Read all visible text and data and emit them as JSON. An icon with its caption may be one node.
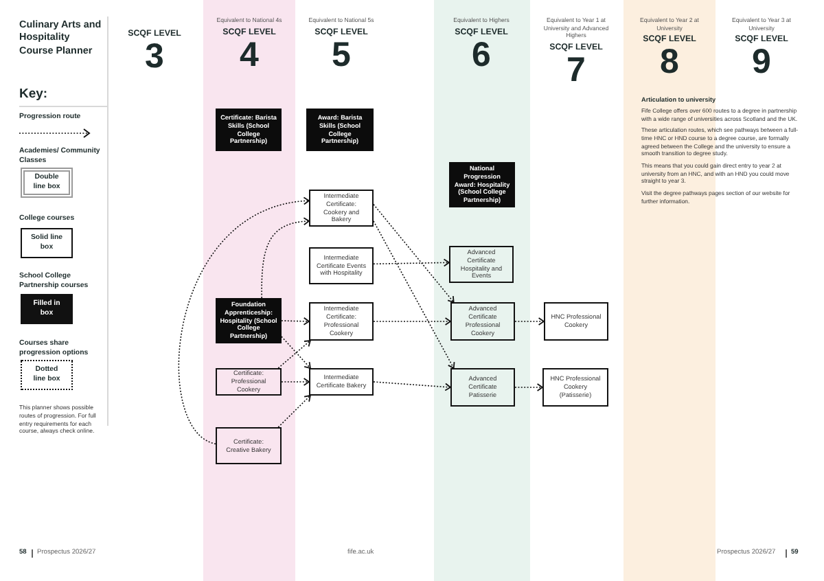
{
  "diagram": {
    "title": "Culinary Arts and Hospitality Course Planner",
    "nodes": [
      {
        "text": [
          "Certificate: Barista Skills (School College Partnership)"
        ]
      },
      {
        "text": [
          "Award: Barista Skills (School College Partnership)"
        ]
      },
      {
        "text": [
          "National Progression Award: Hospitality (School College Partnership)"
        ]
      },
      {
        "text": [
          "Intermediate Certificate: Cookery and Bakery"
        ]
      },
      {
        "text": [
          "Intermediate Certificate Events with Hospitality"
        ]
      },
      {
        "text": [
          "Advanced Certificate Hospitality and Events"
        ]
      },
      {
        "text": [
          "Foundation Apprenticeship: Hospitality (School College Partnership)"
        ]
      },
      {
        "text": [
          "Intermediate Certificate: Professional Cookery"
        ]
      },
      {
        "text": [
          "Advanced Certificate Professional Cookery"
        ]
      },
      {
        "text": [
          "HNC Professional Cookery"
        ]
      },
      {
        "text": [
          "Certificate: Professional Cookery"
        ]
      },
      {
        "text": [
          "Intermediate Certificate Bakery"
        ]
      },
      {
        "text": [
          "Advanced Certificate Patisserie"
        ]
      },
      {
        "text": [
          "HNC Professional Cookery (Patisserie)"
        ]
      },
      {
        "text": [
          "Certificate: Creative Bakery"
        ]
      }
    ],
    "edges": [
      {
        "from": 6,
        "to": 3,
        "arrow": "to"
      },
      {
        "from": 14,
        "to": 3,
        "arrow": "to"
      },
      {
        "from": 3,
        "to": 8,
        "arrow": "to"
      },
      {
        "from": 3,
        "to": 12,
        "arrow": "to"
      },
      {
        "from": 4,
        "to": 5,
        "arrow": "to"
      },
      {
        "from": 6,
        "to": 7,
        "arrow": "to"
      },
      {
        "from": 6,
        "to": 11,
        "arrow": "to"
      },
      {
        "from": 10,
        "to": 7,
        "arrow": "to"
      },
      {
        "from": 10,
        "to": 11,
        "arrow": "to"
      },
      {
        "from": 14,
        "to": 11,
        "arrow": "to"
      },
      {
        "from": 7,
        "to": 8,
        "arrow": "to"
      },
      {
        "from": 11,
        "to": 12,
        "arrow": "to"
      },
      {
        "from": 8,
        "to": 9,
        "arrow": "to"
      },
      {
        "from": 12,
        "to": 13,
        "arrow": "to"
      }
    ],
    "labels": [
      "Key:",
      "Double line box",
      "Solid line box",
      "Filled in box",
      "Dotted line box",
      "This planner shows possible routes of progression. For full entry requirements for each course, always check online.",
      "SCQF LEVEL",
      "3",
      "Equivalent to National 4s",
      "SCQF LEVEL",
      "4",
      "Equivalent to National 5s",
      "SCQF LEVEL",
      "5",
      "Equivalent to Highers",
      "SCQF LEVEL",
      "6",
      "Equivalent to Year 1 at University and Advanced Highers",
      "SCQF LEVEL",
      "7",
      "Equivalent to Year 2 at University",
      "SCQF LEVEL",
      "8",
      "Equivalent to Year 3 at University",
      "SCQF LEVEL",
      "9",
      "Articulation to university",
      "Fife College offers over 600 routes to a degree in partnership with a wide range of universities across Scotland and the UK.",
      "These articulation routes, which see pathways between a full-time HNC or HND course to a degree course, are formally agreed between the College and the university to ensure a smooth transition to degree study.",
      "This means that you could gain direct entry to year 2 at university from an HNC, and with an HND you could move straight to year 3.",
      "Visit the degree pathways pages section of our website for further information.",
      "58",
      "Prospectus 2026/27",
      "fife.ac.uk",
      "Prospectus 2026/27",
      "59"
    ],
    "legend": [
      {
        "text": "Progression route"
      },
      {
        "text": "Academies/ Community Classes"
      },
      {
        "text": "College courses"
      },
      {
        "text": "School College Partnership courses"
      },
      {
        "text": "Courses share progression options"
      }
    ]
  }
}
